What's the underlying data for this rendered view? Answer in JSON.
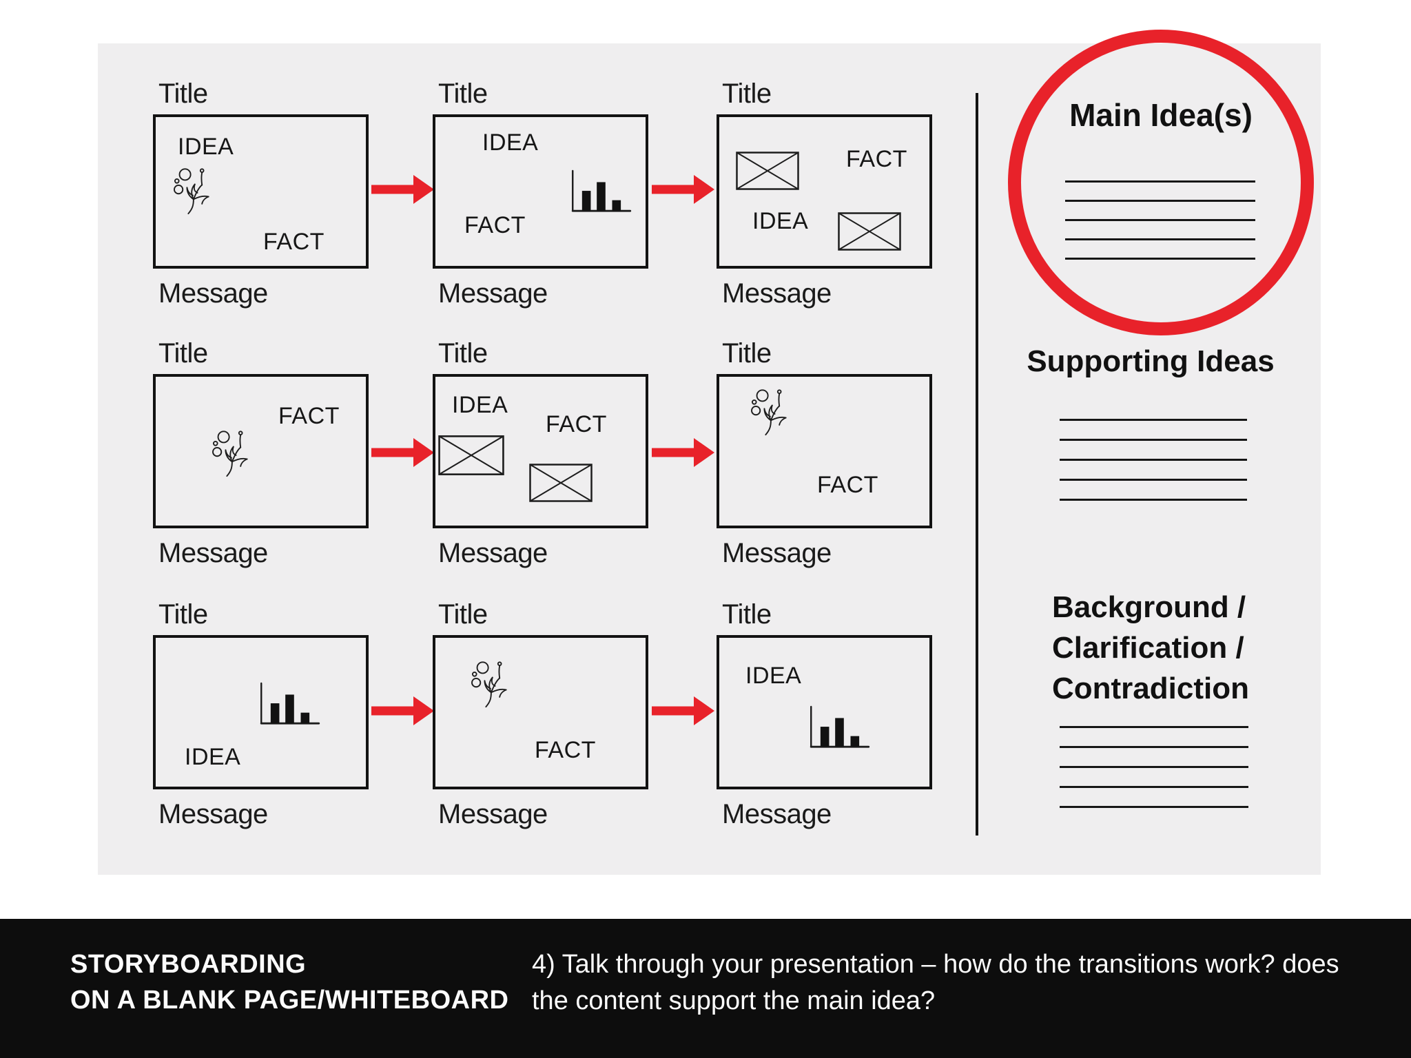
{
  "colors": {
    "accent_red": "#e8222a",
    "panel_gray": "#efeeef",
    "bar_black": "#0d0d0d",
    "ink": "#161616"
  },
  "frames": [
    {
      "title": "Title",
      "idea": "IDEA",
      "fact": "FACT",
      "message": "Message",
      "icons": [
        "plant-sketch"
      ]
    },
    {
      "title": "Title",
      "idea": "IDEA",
      "fact": "FACT",
      "message": "Message",
      "icons": [
        "bar-chart"
      ]
    },
    {
      "title": "Title",
      "idea": "IDEA",
      "fact": "FACT",
      "message": "Message",
      "icons": [
        "image-placeholder",
        "image-placeholder"
      ]
    },
    {
      "title": "Title",
      "fact": "FACT",
      "message": "Message",
      "icons": [
        "plant-sketch"
      ]
    },
    {
      "title": "Title",
      "idea": "IDEA",
      "fact": "FACT",
      "message": "Message",
      "icons": [
        "image-placeholder",
        "image-placeholder"
      ]
    },
    {
      "title": "Title",
      "fact": "FACT",
      "message": "Message",
      "icons": [
        "plant-sketch"
      ]
    },
    {
      "title": "Title",
      "idea": "IDEA",
      "message": "Message",
      "icons": [
        "bar-chart"
      ]
    },
    {
      "title": "Title",
      "fact": "FACT",
      "message": "Message",
      "icons": [
        "plant-sketch"
      ]
    },
    {
      "title": "Title",
      "idea": "IDEA",
      "message": "Message",
      "icons": [
        "bar-chart"
      ]
    }
  ],
  "right_panel": {
    "main_idea_label": "Main Idea(s)",
    "main_idea_rule_count": 5,
    "supporting_label": "Supporting Ideas",
    "supporting_rule_count": 5,
    "background_lines": [
      "Background /",
      "Clarification /",
      "Contradiction"
    ],
    "background_rule_count": 5
  },
  "footer": {
    "title_line1": "STORYBOARDING",
    "title_line2": "ON A BLANK PAGE/WHITEBOARD",
    "note_line1": "4) Talk through your presentation – how do the transitions work? does",
    "note_line2": "the content support the main idea?"
  }
}
